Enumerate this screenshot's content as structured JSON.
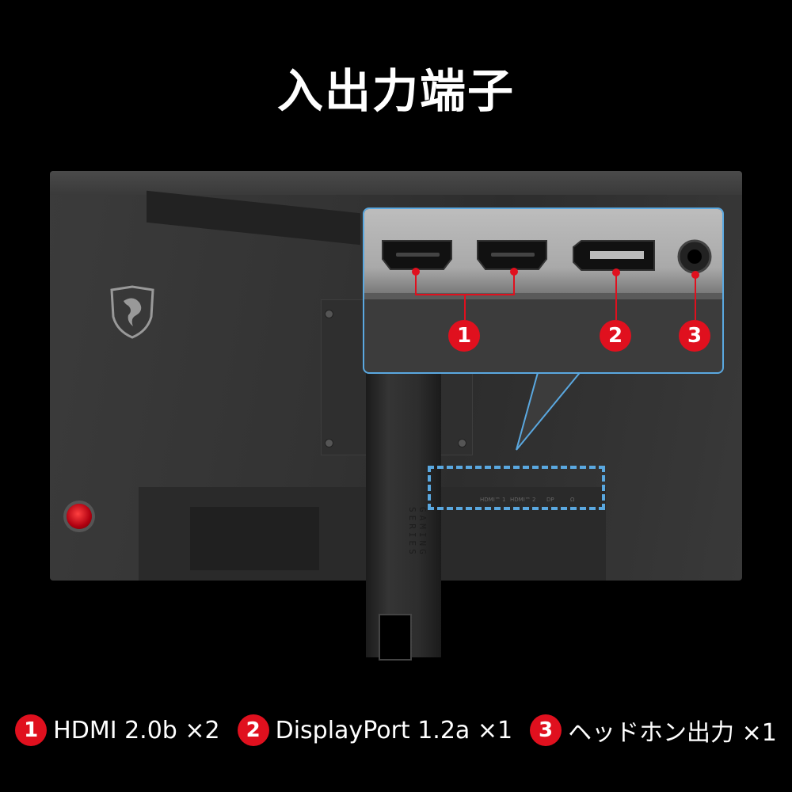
{
  "title": "入出力端子",
  "product": {
    "series_text": "GAMING SERIES",
    "port_labels": [
      "HDMI™ 1",
      "HDMI™ 2",
      "DP",
      "Ω"
    ]
  },
  "callout": {
    "markers": [
      "1",
      "2",
      "3"
    ]
  },
  "legend": [
    {
      "num": "1",
      "label": "HDMI 2.0b ×2"
    },
    {
      "num": "2",
      "label": "DisplayPort 1.2a ×1"
    },
    {
      "num": "3",
      "label": "ヘッドホン出力 ×1"
    }
  ],
  "colors": {
    "accent_red": "#e0101e",
    "callout_blue": "#5aa8e0"
  }
}
